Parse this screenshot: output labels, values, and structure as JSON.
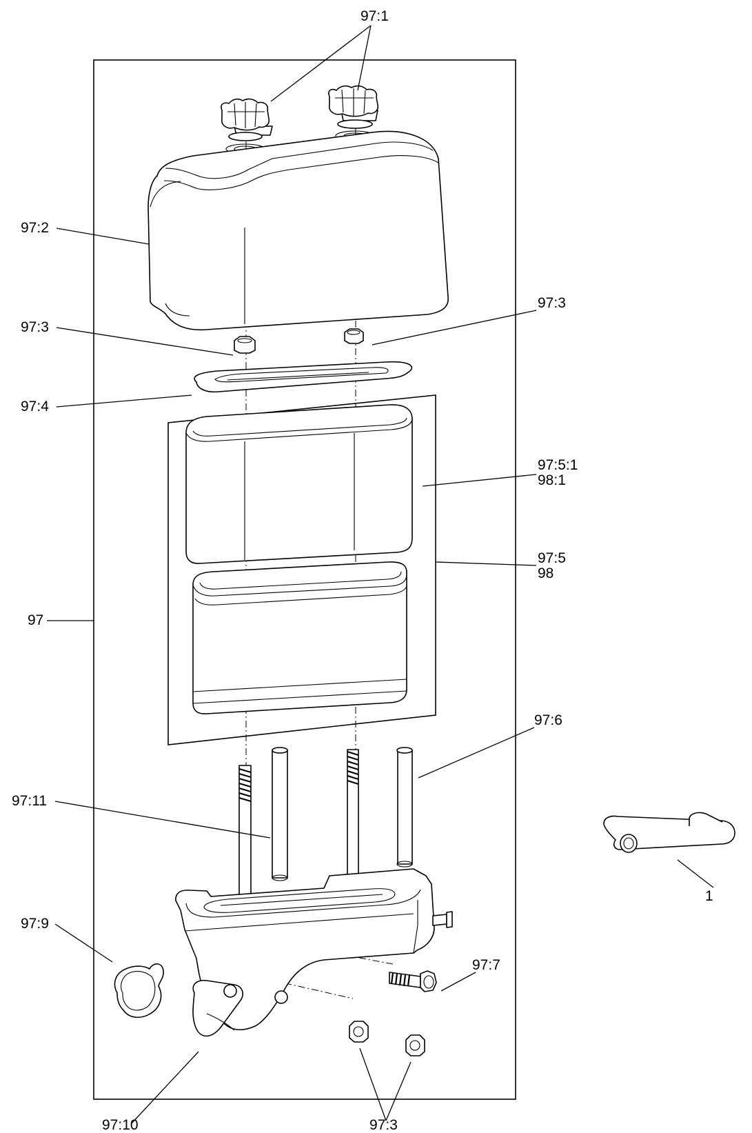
{
  "callouts": {
    "c_97_1": "97:1",
    "c_97_2": "97:2",
    "c_97_3_left": "97:3",
    "c_97_3_right": "97:3",
    "c_97_4": "97:4",
    "c_97_5_1": "97:5:1",
    "c_98_1": "98:1",
    "c_97_5": "97:5",
    "c_98": "98",
    "c_97": "97",
    "c_97_6": "97:6",
    "c_97_11": "97:11",
    "c_1": "1",
    "c_97_9": "97:9",
    "c_97_7": "97:7",
    "c_97_10": "97:10",
    "c_97_3_bottom": "97:3"
  }
}
